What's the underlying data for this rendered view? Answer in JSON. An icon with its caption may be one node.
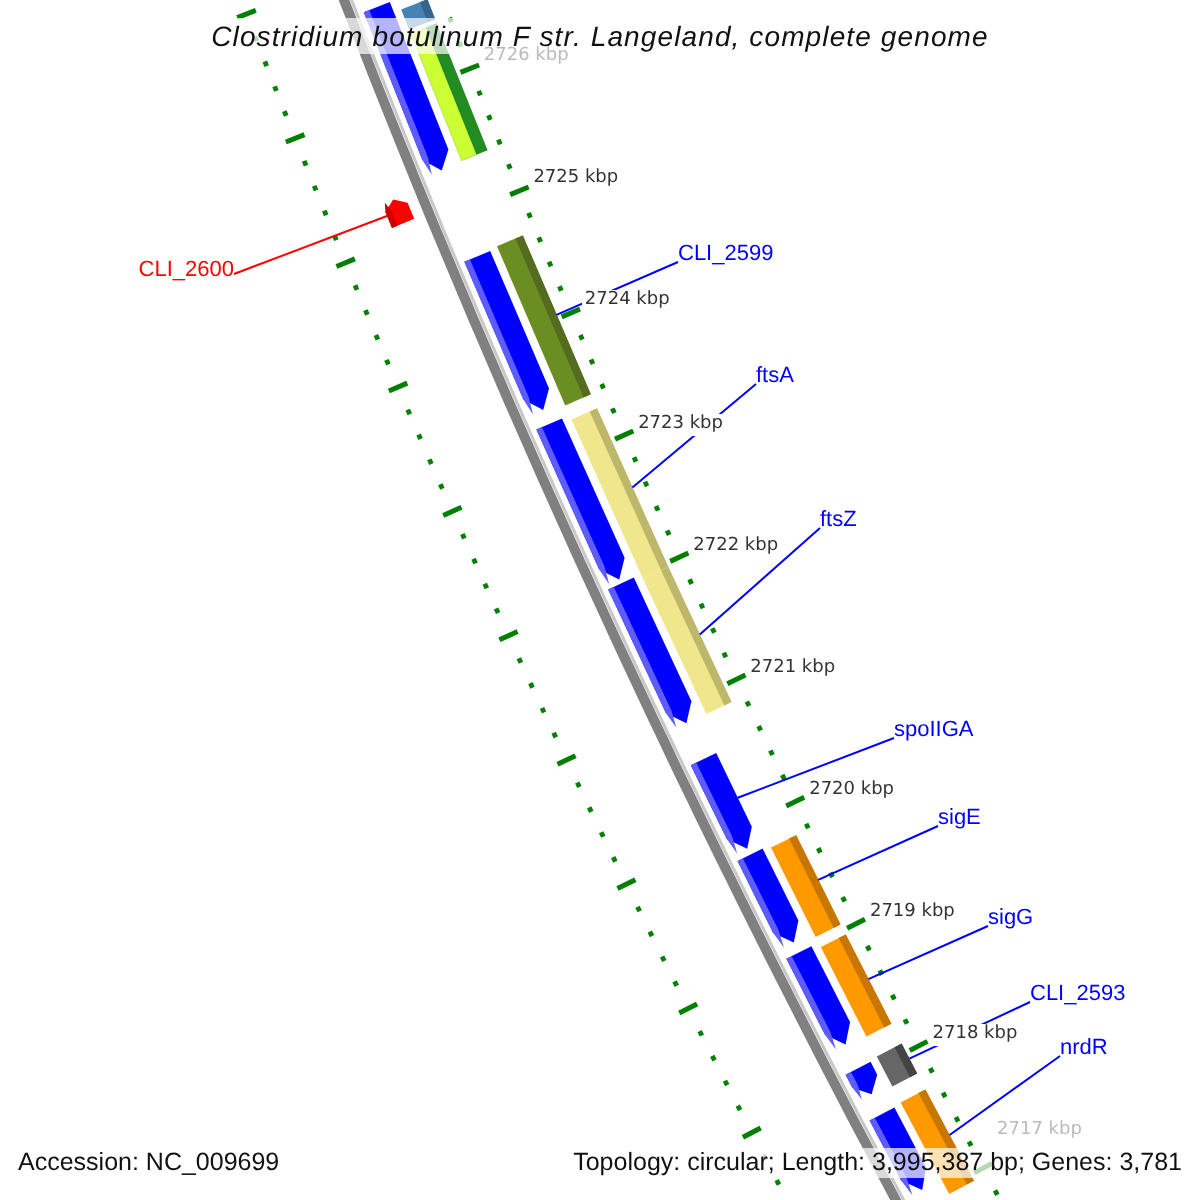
{
  "diagram": {
    "title": "Clostridium botulinum F str. Langeland, complete genome",
    "nodes": [
      {
        "text": [
          "CLI_2600"
        ]
      },
      {
        "text": [
          "CLI_2599"
        ]
      },
      {
        "text": [
          "ftsA"
        ]
      },
      {
        "text": [
          "ftsZ"
        ]
      },
      {
        "text": [
          "spoIIGA"
        ]
      },
      {
        "text": [
          "sigE"
        ]
      },
      {
        "text": [
          "sigG"
        ]
      },
      {
        "text": [
          "CLI_2593"
        ]
      },
      {
        "text": [
          "nrdR"
        ]
      },
      {
        "text": [],
        "shape": "bar"
      },
      {
        "text": [],
        "shape": "pentagon"
      },
      {
        "text": [],
        "shape": "bar"
      },
      {
        "text": [],
        "shape": "pentagon"
      },
      {
        "text": [],
        "shape": "pentagon"
      },
      {
        "text": [],
        "shape": "bar"
      },
      {
        "text": [],
        "shape": "pentagon"
      },
      {
        "text": [],
        "shape": "bar"
      },
      {
        "text": [],
        "shape": "pentagon"
      },
      {
        "text": [],
        "shape": "bar"
      },
      {
        "text": [],
        "shape": "pentagon"
      },
      {
        "text": [],
        "shape": "pentagon"
      },
      {
        "text": [],
        "shape": "bar"
      },
      {
        "text": [],
        "shape": "pentagon"
      },
      {
        "text": [],
        "shape": "bar"
      },
      {
        "text": [],
        "shape": "pentagon"
      },
      {
        "text": [],
        "shape": "bar"
      },
      {
        "text": [],
        "shape": "pentagon"
      },
      {
        "text": [],
        "shape": "bar"
      }
    ],
    "edges": [
      {
        "from": 0,
        "to": 12,
        "arrow": "none",
        "color": "#ff0000"
      },
      {
        "from": 1,
        "to": 14,
        "arrow": "none"
      },
      {
        "from": 2,
        "to": 16,
        "arrow": "none"
      },
      {
        "from": 3,
        "to": 18,
        "arrow": "none"
      },
      {
        "from": 4,
        "to": 19,
        "arrow": "none"
      },
      {
        "from": 5,
        "to": 21,
        "arrow": "none"
      },
      {
        "from": 6,
        "to": 23,
        "arrow": "none"
      },
      {
        "from": 7,
        "to": 25,
        "arrow": "none"
      },
      {
        "from": 8,
        "to": 27,
        "arrow": "none"
      }
    ],
    "labels": [
      "2726 kbp",
      "2725 kbp",
      "2724 kbp",
      "2723 kbp",
      "2722 kbp",
      "2721 kbp",
      "2720 kbp",
      "2719 kbp",
      "2718 kbp",
      "2717 kbp",
      "Accession: NC_009699",
      "Topology: circular; Length: 3,995,387 bp; Genes: 3,781"
    ]
  }
}
